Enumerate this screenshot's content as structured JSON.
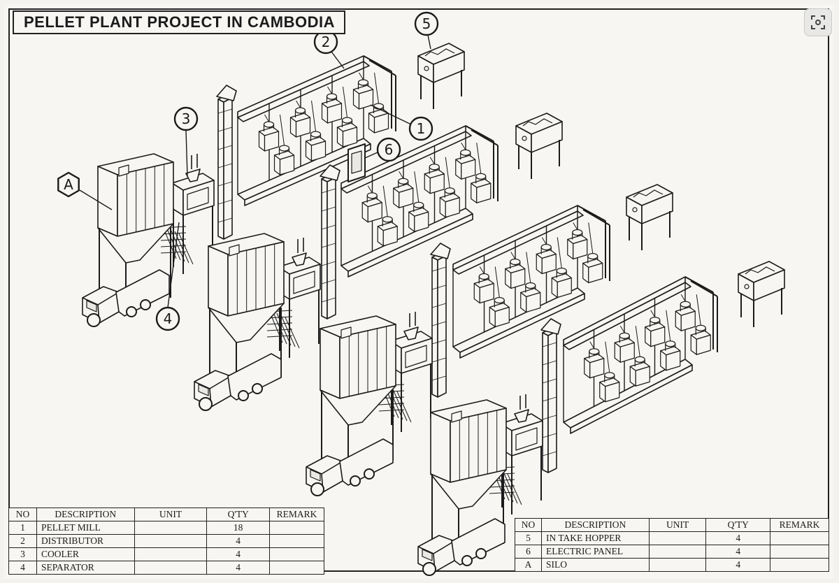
{
  "title": "PELLET PLANT PROJECT IN CAMBODIA",
  "callouts": [
    {
      "label": "1",
      "target": "pellet-mill"
    },
    {
      "label": "2",
      "target": "distributor"
    },
    {
      "label": "3",
      "target": "cooler"
    },
    {
      "label": "4",
      "target": "separator"
    },
    {
      "label": "5",
      "target": "intake-hopper"
    },
    {
      "label": "6",
      "target": "electric-panel"
    },
    {
      "label": "A",
      "target": "silo"
    }
  ],
  "table_headers": [
    "NO",
    "DESCRIPTION",
    "UNIT",
    "Q'TY",
    "REMARK"
  ],
  "bom_left": [
    {
      "no": "1",
      "description": "PELLET MILL",
      "unit": "",
      "qty": "18",
      "remark": ""
    },
    {
      "no": "2",
      "description": "DISTRIBUTOR",
      "unit": "",
      "qty": "4",
      "remark": ""
    },
    {
      "no": "3",
      "description": "COOLER",
      "unit": "",
      "qty": "4",
      "remark": ""
    },
    {
      "no": "4",
      "description": "SEPARATOR",
      "unit": "",
      "qty": "4",
      "remark": ""
    }
  ],
  "bom_right": [
    {
      "no": "5",
      "description": "IN TAKE HOPPER",
      "unit": "",
      "qty": "4",
      "remark": ""
    },
    {
      "no": "6",
      "description": "ELECTRIC PANEL",
      "unit": "",
      "qty": "4",
      "remark": ""
    },
    {
      "no": "A",
      "description": "SILO",
      "unit": "",
      "qty": "4",
      "remark": ""
    }
  ],
  "colors": {
    "ink": "#1b1b1b",
    "paper": "#f7f6f2"
  },
  "icons": {
    "corner": "focus-icon"
  }
}
